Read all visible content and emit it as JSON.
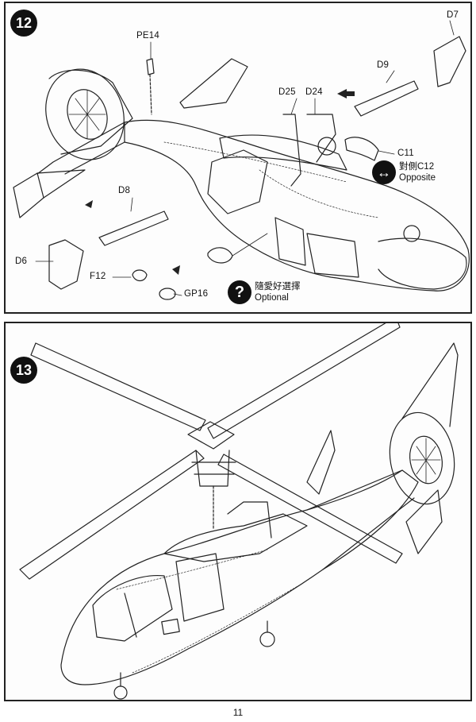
{
  "steps": {
    "step12": {
      "number": "12",
      "parts": {
        "pe14": "PE14",
        "d7": "D7",
        "d9": "D9",
        "d25": "D25",
        "d24": "D24",
        "c11": "C11",
        "d8": "D8",
        "d6": "D6",
        "f12": "F12",
        "gp16": "GP16"
      },
      "opposite_note": {
        "chinese": "對側C12",
        "english": "Opposite"
      },
      "optional_note": {
        "chinese": "隨愛好選擇",
        "english": "Optional"
      },
      "icons": [
        "opposite-arrow-icon",
        "optional-question-icon",
        "direction-arrow-icon"
      ]
    },
    "step13": {
      "number": "13"
    }
  },
  "page_number": "11"
}
